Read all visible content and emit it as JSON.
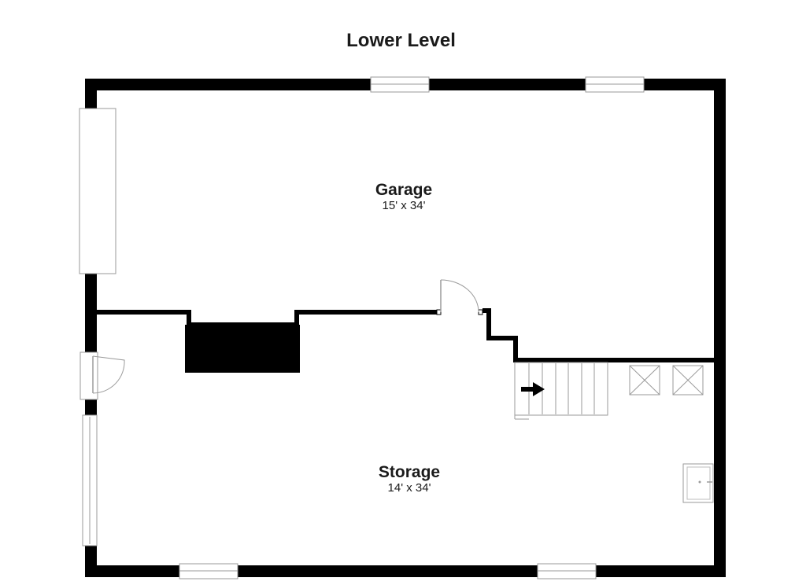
{
  "title": "Lower Level",
  "rooms": [
    {
      "name": "Garage",
      "dimensions": "15' x 34'"
    },
    {
      "name": "Storage",
      "dimensions": "14' x 34'"
    }
  ]
}
